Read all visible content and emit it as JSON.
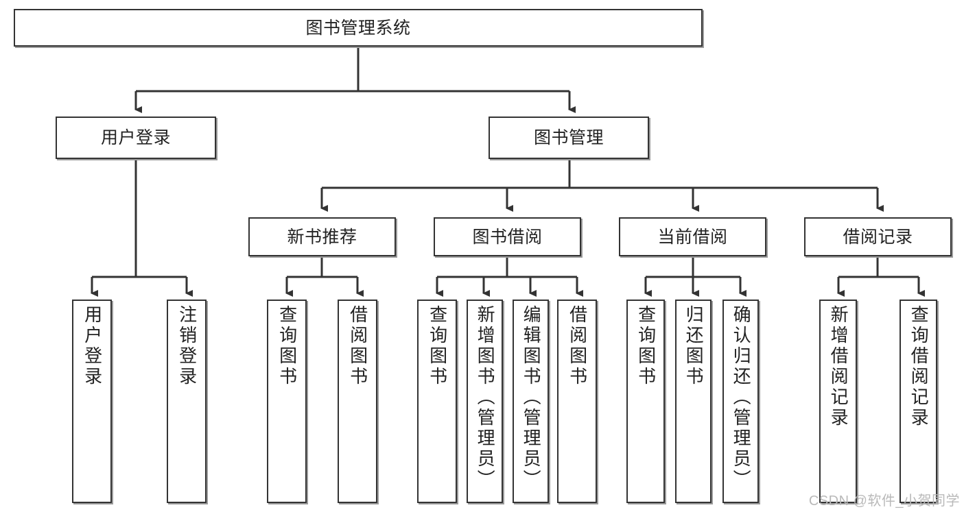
{
  "diagram": {
    "title": "图书管理系统",
    "watermark": "CSDN @软件_小贺同学",
    "colors": {
      "border": "#333333",
      "background": "#ffffff",
      "text": "#222222",
      "watermark": "#b9b9b9"
    },
    "nodes": {
      "root": {
        "label": "图书管理系统",
        "level": 0
      },
      "user_login": {
        "label": "用户登录",
        "level": 1
      },
      "book_manage": {
        "label": "图书管理",
        "level": 1
      },
      "new_book_rec": {
        "label": "新书推荐",
        "level": 2
      },
      "book_borrow": {
        "label": "图书借阅",
        "level": 2
      },
      "current_borrow": {
        "label": "当前借阅",
        "level": 2
      },
      "borrow_record": {
        "label": "借阅记录",
        "level": 2
      },
      "leaf_user_login": {
        "label": "用户登录",
        "level": 3
      },
      "leaf_logout": {
        "label": "注销登录",
        "level": 3
      },
      "leaf_query_book_1": {
        "label": "查询图书",
        "level": 3
      },
      "leaf_borrow_book_1": {
        "label": "借阅图书",
        "level": 3
      },
      "leaf_query_book_2": {
        "label": "查询图书",
        "level": 3
      },
      "leaf_add_book": {
        "label": "新增图书（管理员）",
        "level": 3
      },
      "leaf_edit_book": {
        "label": "编辑图书（管理员）",
        "level": 3
      },
      "leaf_borrow_book_2": {
        "label": "借阅图书",
        "level": 3
      },
      "leaf_query_book_3": {
        "label": "查询图书",
        "level": 3
      },
      "leaf_return_book": {
        "label": "归还图书",
        "level": 3
      },
      "leaf_confirm_return": {
        "label": "确认归还（管理员）",
        "level": 3
      },
      "leaf_add_record": {
        "label": "新增借阅记录",
        "level": 3
      },
      "leaf_query_record": {
        "label": "查询借阅记录",
        "level": 3
      }
    }
  }
}
